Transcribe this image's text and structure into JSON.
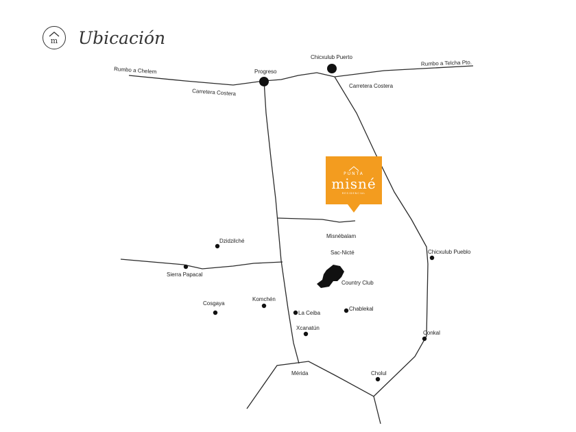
{
  "header": {
    "title": "Ubicación",
    "logo_icon": "house-m-icon",
    "logo_letter": "m"
  },
  "marker": {
    "top_text": "PUNTA",
    "name": "misné",
    "sub_text": "RESIDENCIAL",
    "color": "#f39c1f"
  },
  "places": {
    "rumbo_chelem": "Rumbo a Chelem",
    "carretera_costera_left": "Carretera Costera",
    "progreso": "Progreso",
    "chicxulub_puerto": "Chicxulub Puerto",
    "rumbo_telchac": "Rumbo a Telcha Pto.",
    "carretera_costera_right": "Carretera Costera",
    "misnebalam": "Misnébalam",
    "sac_nicte": "Sac-Nicté",
    "dzidzilche": "Dzidzilché",
    "sierra_papacal": "Sierra Papacal",
    "country_club": "Country Club",
    "chicxulub_pueblo": "Chicxulub Pueblo",
    "cosgaya": "Cosgaya",
    "komchen": "Komchén",
    "la_ceiba": "La Ceiba",
    "chablekal": "Chablekal",
    "xcanatun": "Xcanatún",
    "conkal": "Conkal",
    "merida": "Mérida",
    "cholul": "Cholul"
  }
}
